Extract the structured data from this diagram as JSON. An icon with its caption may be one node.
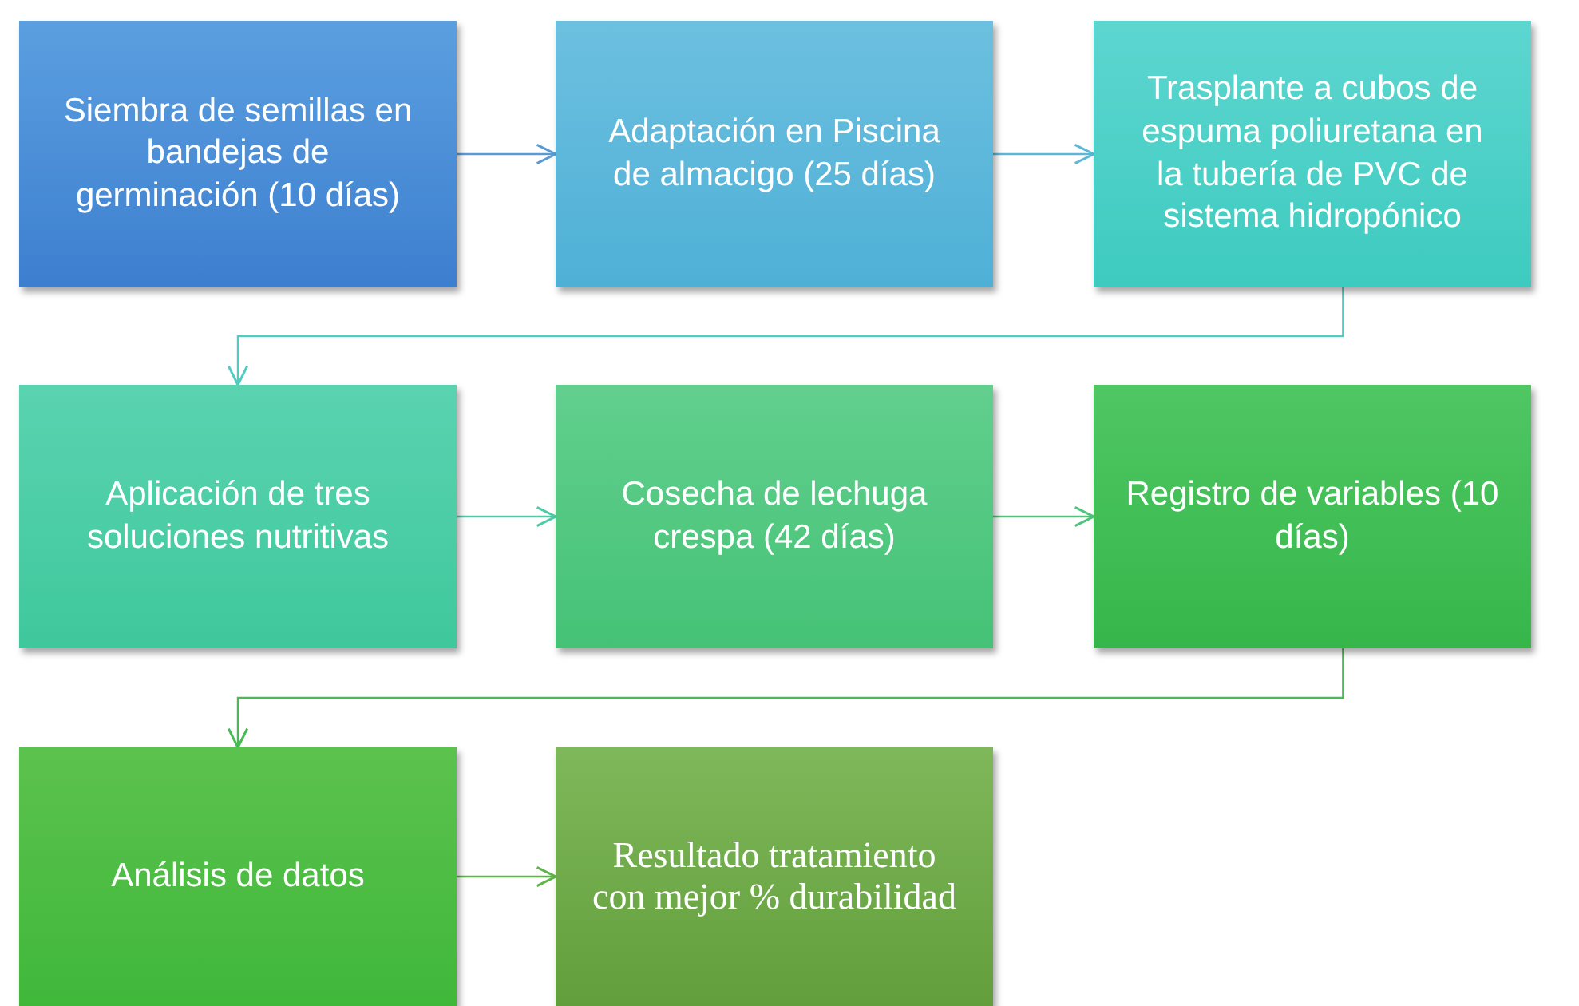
{
  "diagram": {
    "nodes": [
      {
        "text": [
          "Siembra de semillas en bandejas de germinación (10 días)"
        ]
      },
      {
        "text": [
          "Adaptación en Piscina de almacigo (25 días)"
        ]
      },
      {
        "text": [
          "Trasplante a cubos de espuma poliuretana en la tubería de PVC de sistema hidropónico"
        ]
      },
      {
        "text": [
          "Aplicación de tres soluciones nutritivas"
        ]
      },
      {
        "text": [
          "Cosecha de lechuga crespa (42 días)"
        ]
      },
      {
        "text": [
          "Registro de variables (10 días)"
        ]
      },
      {
        "text": [
          "Análisis de datos"
        ]
      },
      {
        "text": [
          "Resultado tratamiento con mejor % durabilidad"
        ]
      }
    ],
    "edges": [
      {
        "from": 0,
        "to": 1,
        "arrow": "to",
        "color": "#5b9bd5"
      },
      {
        "from": 1,
        "to": 2,
        "arrow": "to",
        "color": "#5bb8d8"
      },
      {
        "from": 2,
        "to": 3,
        "arrow": "to",
        "color": "#4ecdc0"
      },
      {
        "from": 3,
        "to": 4,
        "arrow": "to",
        "color": "#4ccca6"
      },
      {
        "from": 4,
        "to": 5,
        "arrow": "to",
        "color": "#4fc47e"
      },
      {
        "from": 5,
        "to": 6,
        "arrow": "to",
        "color": "#45bd52"
      },
      {
        "from": 6,
        "to": 7,
        "arrow": "to",
        "color": "#5db548"
      }
    ]
  }
}
